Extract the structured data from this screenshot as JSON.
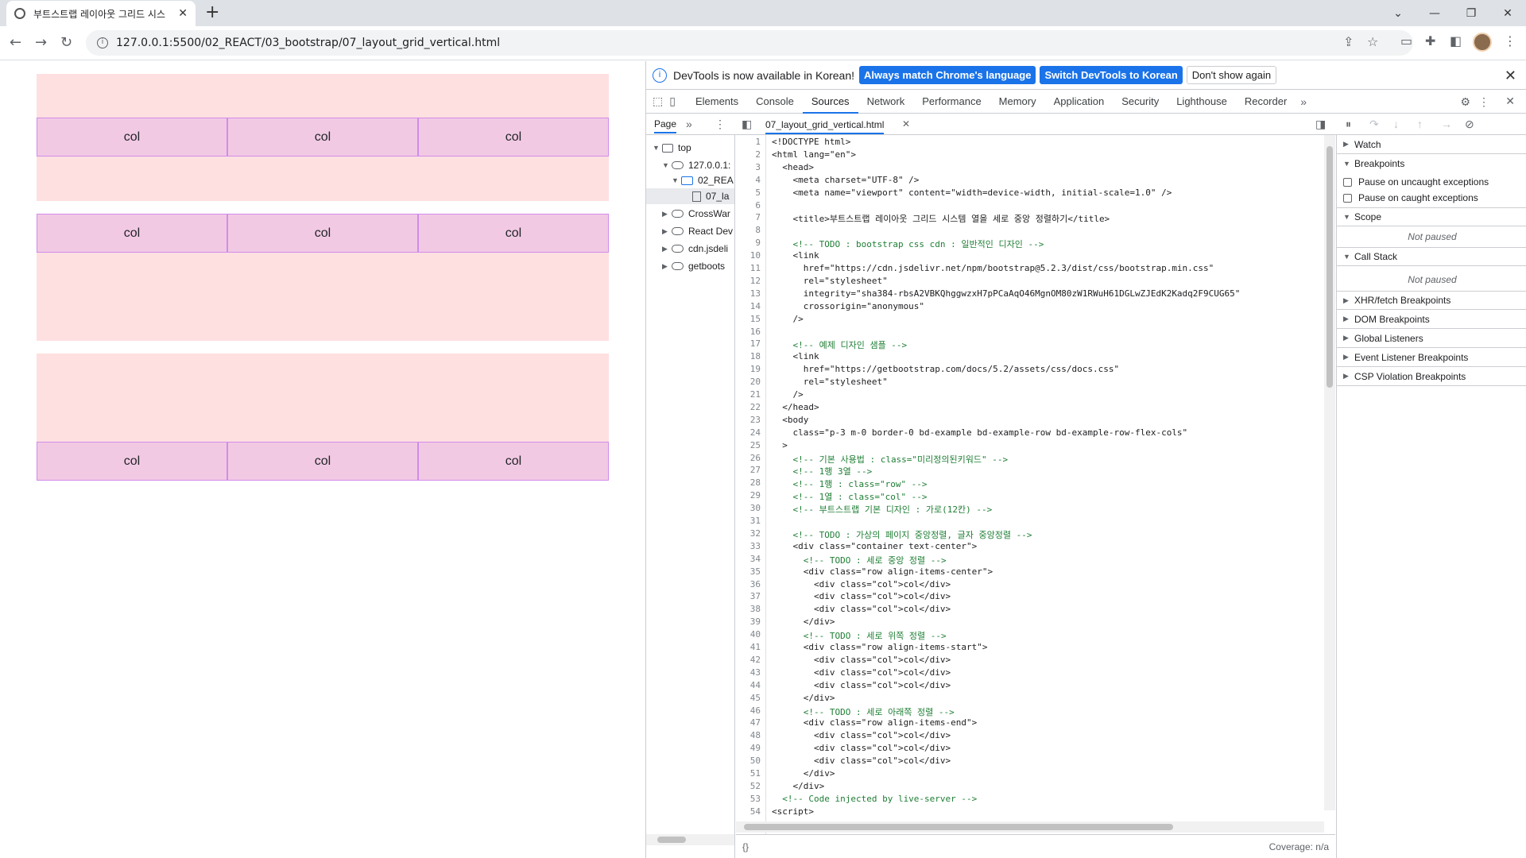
{
  "browser": {
    "tab_title": "부트스트랩 레이아웃 그리드 시스",
    "url": "127.0.0.1:5500/02_REACT/03_bootstrap/07_layout_grid_vertical.html"
  },
  "page": {
    "col_label": "col"
  },
  "devtools": {
    "infobar": {
      "message": "DevTools is now available in Korean!",
      "btn_match": "Always match Chrome's language",
      "btn_switch": "Switch DevTools to Korean",
      "btn_dismiss": "Don't show again"
    },
    "tabs": [
      "Elements",
      "Console",
      "Sources",
      "Network",
      "Performance",
      "Memory",
      "Application",
      "Security",
      "Lighthouse",
      "Recorder"
    ],
    "active_tab": "Sources",
    "navigator": {
      "tab_label": "Page",
      "items": [
        "top",
        "127.0.0.1:",
        "02_REA",
        "07_la",
        "CrossWar",
        "React Dev",
        "cdn.jsdeli",
        "getboots"
      ]
    },
    "file_tab": "07_layout_grid_vertical.html",
    "status": {
      "braces": "{}",
      "coverage": "Coverage: n/a"
    },
    "sidebar": {
      "watch": "Watch",
      "breakpoints": "Breakpoints",
      "pause_uncaught": "Pause on uncaught exceptions",
      "pause_caught": "Pause on caught exceptions",
      "scope": "Scope",
      "not_paused": "Not paused",
      "call_stack": "Call Stack",
      "not_paused_2": "Not paused",
      "xhr": "XHR/fetch Breakpoints",
      "dom": "DOM Breakpoints",
      "global": "Global Listeners",
      "event": "Event Listener Breakpoints",
      "csp": "CSP Violation Breakpoints"
    },
    "code_lines": [
      "<!DOCTYPE html>",
      "<html lang=\"en\">",
      "  <head>",
      "    <meta charset=\"UTF-8\" />",
      "    <meta name=\"viewport\" content=\"width=device-width, initial-scale=1.0\" />",
      "",
      "    <title>부트스트랩 레이아웃 그리드 시스템 열을 세로 중앙 정렬하기</title>",
      "",
      "    <!-- TODO : bootstrap css cdn : 일반적인 디자인 -->",
      "    <link",
      "      href=\"https://cdn.jsdelivr.net/npm/bootstrap@5.2.3/dist/css/bootstrap.min.css\"",
      "      rel=\"stylesheet\"",
      "      integrity=\"sha384-rbsA2VBKQhggwzxH7pPCaAqO46MgnOM80zW1RWuH61DGLwZJEdK2Kadq2F9CUG65\"",
      "      crossorigin=\"anonymous\"",
      "    />",
      "",
      "    <!-- 예제 디자인 샘플 -->",
      "    <link",
      "      href=\"https://getbootstrap.com/docs/5.2/assets/css/docs.css\"",
      "      rel=\"stylesheet\"",
      "    />",
      "  </head>",
      "  <body",
      "    class=\"p-3 m-0 border-0 bd-example bd-example-row bd-example-row-flex-cols\"",
      "  >",
      "    <!-- 기본 사용법 : class=\"미리정의된키워드\" -->",
      "    <!-- 1행 3열 -->",
      "    <!-- 1행 : class=\"row\" -->",
      "    <!-- 1열 : class=\"col\" -->",
      "    <!-- 부트스트랩 기본 디자인 : 가로(12칸) -->",
      "",
      "    <!-- TODO : 가상의 페이지 중앙정렬, 글자 중앙정렬 -->",
      "    <div class=\"container text-center\">",
      "      <!-- TODO : 세로 중앙 정렬 -->",
      "      <div class=\"row align-items-center\">",
      "        <div class=\"col\">col</div>",
      "        <div class=\"col\">col</div>",
      "        <div class=\"col\">col</div>",
      "      </div>",
      "      <!-- TODO : 세로 위쪽 정렬 -->",
      "      <div class=\"row align-items-start\">",
      "        <div class=\"col\">col</div>",
      "        <div class=\"col\">col</div>",
      "        <div class=\"col\">col</div>",
      "      </div>",
      "      <!-- TODO : 세로 아래쪽 정렬 -->",
      "      <div class=\"row align-items-end\">",
      "        <div class=\"col\">col</div>",
      "        <div class=\"col\">col</div>",
      "        <div class=\"col\">col</div>",
      "      </div>",
      "    </div>",
      "  <!-- Code injected by live-server -->",
      "<script>"
    ]
  }
}
